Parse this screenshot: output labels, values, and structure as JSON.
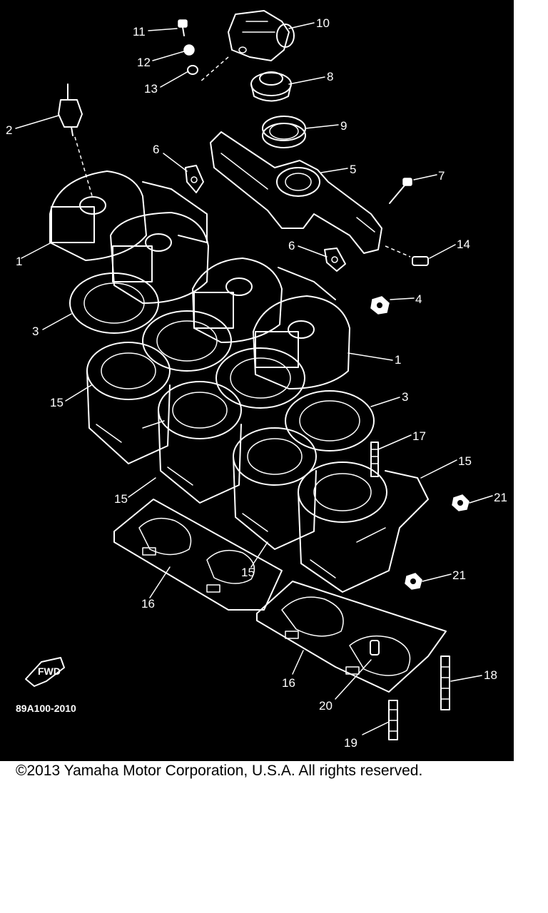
{
  "diagram": {
    "ref_code": "89A100-2010",
    "fwd_label": "FWD",
    "callouts": [
      "1",
      "1",
      "2",
      "3",
      "3",
      "4",
      "5",
      "6",
      "6",
      "7",
      "8",
      "9",
      "10",
      "11",
      "12",
      "13",
      "14",
      "15",
      "15",
      "15",
      "15",
      "16",
      "16",
      "17",
      "18",
      "19",
      "20",
      "21",
      "21"
    ]
  },
  "footer": {
    "copyright": "©2013 Yamaha Motor Corporation, U.S.A. All rights reserved."
  }
}
